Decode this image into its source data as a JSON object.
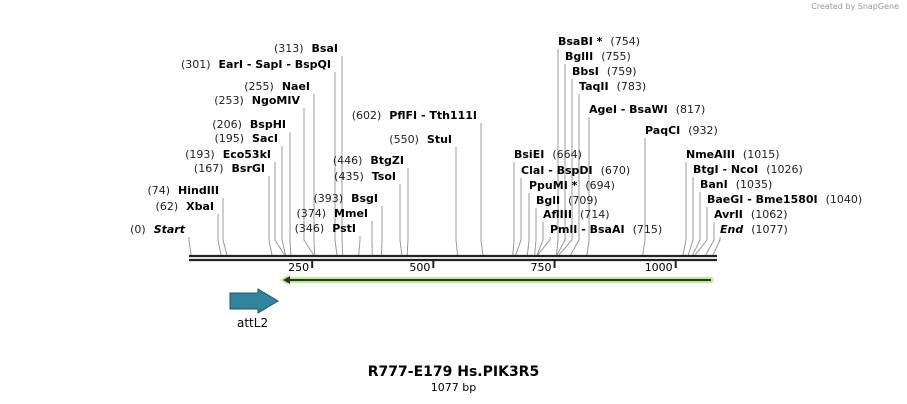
{
  "credit": "Created by SnapGene",
  "title": "R777-E179 Hs.PIK3R5",
  "length_label": "1077 bp",
  "sequence_length": 1077,
  "ticks": [
    250,
    500,
    750,
    1000
  ],
  "features": [
    {
      "name": "attL2",
      "color": "#31849b",
      "direction": "forward"
    },
    {
      "name": "",
      "color": "#b7f08a",
      "direction": "reverse",
      "start": 192,
      "end": 1077
    }
  ],
  "sites": [
    {
      "name": "Start",
      "pos": 0,
      "italic": true
    },
    {
      "name": "XbaI",
      "pos": 62
    },
    {
      "name": "HindIII",
      "pos": 74
    },
    {
      "name": "BsrGI",
      "pos": 167
    },
    {
      "name": "Eco53kI",
      "pos": 193
    },
    {
      "name": "SacI",
      "pos": 195
    },
    {
      "name": "BspHI",
      "pos": 206
    },
    {
      "name": "NgoMIV",
      "pos": 253
    },
    {
      "name": "NaeI",
      "pos": 255
    },
    {
      "name": "EarI  - SapI  - BspQI",
      "pos": 301
    },
    {
      "name": "BsaI",
      "pos": 313
    },
    {
      "name": "PstI",
      "pos": 346
    },
    {
      "name": "MmeI",
      "pos": 374
    },
    {
      "name": "BsgI",
      "pos": 393
    },
    {
      "name": "TsoI",
      "pos": 435
    },
    {
      "name": "BtgZI",
      "pos": 446
    },
    {
      "name": "StuI",
      "pos": 550
    },
    {
      "name": "PflFI  - Tth111I",
      "pos": 602
    },
    {
      "name": "BsiEI",
      "pos": 664
    },
    {
      "name": "ClaI  - BspDI",
      "pos": 670
    },
    {
      "name": "PpuMI *",
      "pos": 694
    },
    {
      "name": "BglI",
      "pos": 709
    },
    {
      "name": "AflIII",
      "pos": 714
    },
    {
      "name": "PmlI  - BsaAI",
      "pos": 715
    },
    {
      "name": "BsaBI *",
      "pos": 754
    },
    {
      "name": "BglII",
      "pos": 755
    },
    {
      "name": "BbsI",
      "pos": 759
    },
    {
      "name": "TaqII",
      "pos": 783
    },
    {
      "name": "AgeI  - BsaWI",
      "pos": 817
    },
    {
      "name": "PaqCI",
      "pos": 932
    },
    {
      "name": "NmeAIII",
      "pos": 1015
    },
    {
      "name": "BtgI  - NcoI",
      "pos": 1026
    },
    {
      "name": "BanI",
      "pos": 1035
    },
    {
      "name": "BaeGI  - Bme1580I",
      "pos": 1040
    },
    {
      "name": "AvrII",
      "pos": 1062
    },
    {
      "name": "End",
      "pos": 1077,
      "italic": true
    }
  ]
}
